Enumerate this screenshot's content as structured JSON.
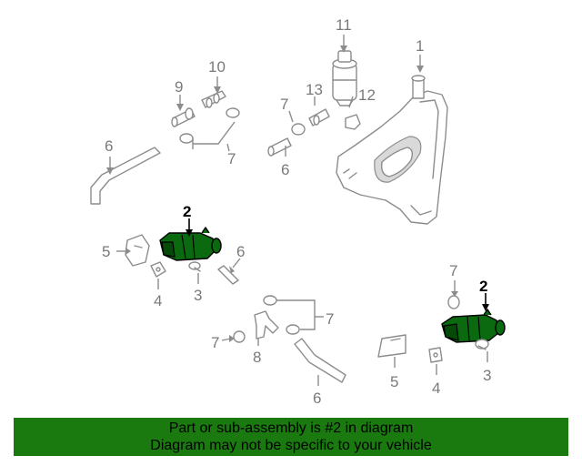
{
  "callouts": {
    "c1": "1",
    "c11": "11",
    "c10": "10",
    "c9": "9",
    "c13": "13",
    "c12": "12",
    "c7a": "7",
    "c7b": "7",
    "c6a": "6",
    "c6b": "6",
    "c2a": "2",
    "c5a": "5",
    "c4a": "4",
    "c3a": "3",
    "c6c": "6",
    "c7c": "7",
    "c7d": "7",
    "c8": "8",
    "c6d": "6",
    "c7e": "7",
    "c2b": "2",
    "c5b": "5",
    "c4b": "4",
    "c3b": "3"
  },
  "banner": {
    "line1": "Part or sub-assembly is #2 in diagram",
    "line2": "Diagram may not be specific to your vehicle"
  },
  "colors": {
    "banner_bg": "#1a7a10",
    "highlight_part": "#0b6a10",
    "line_art": "#8c8c8c"
  }
}
